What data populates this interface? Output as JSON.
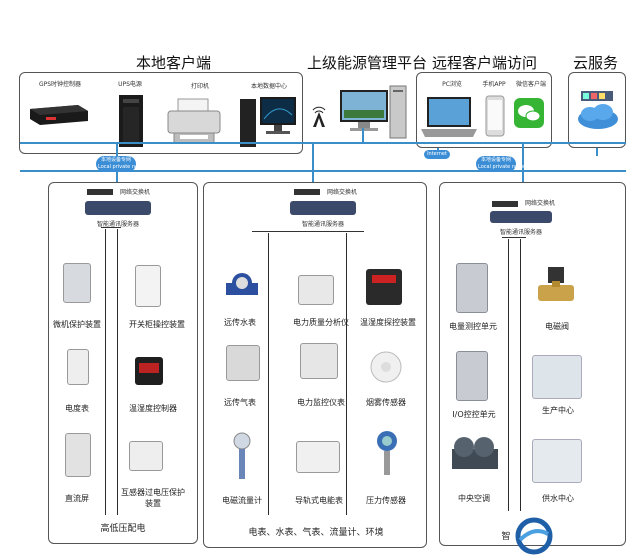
{
  "headers": {
    "local_client": "本地客户端",
    "upper_platform": "上级能源管理平台",
    "remote_client": "远程客户端访问",
    "cloud": "云服务"
  },
  "top_devices": {
    "gps": "GPS时钟控制器",
    "ups": "UPS电源",
    "printer": "打印机",
    "data_center": "本地数据中心",
    "pc_browser": "PC浏览",
    "mobile_app": "手机APP",
    "wechat": "微信客户端"
  },
  "network": {
    "bus_left_line1": "本地设备专网",
    "bus_left_line2": "Local private network",
    "internet": "Internet",
    "bus_right_line1": "本地设备专网",
    "bus_right_line2": "Local private network"
  },
  "panels": {
    "left": {
      "switch": "网络交换机",
      "server": "智能通讯服务器",
      "devices": [
        "微机保护装置",
        "开关柜操控装置",
        "电度表",
        "温湿度控制器",
        "直流屏",
        "互感器过电压保护装置"
      ],
      "footer": "高低压配电"
    },
    "middle": {
      "switch": "网络交换机",
      "server": "智能通讯服务器",
      "devices": [
        "远传水表",
        "电力质量分析仪",
        "温湿度探控装置",
        "远传气表",
        "电力监控仪表",
        "烟雾传感器",
        "电磁流量计",
        "导轨式电能表",
        "压力传感器"
      ],
      "footer": "电表、水表、气表、流量计、环境"
    },
    "right": {
      "switch": "网络交换机",
      "server": "智能通讯服务器",
      "devices": [
        "电量测控单元",
        "电磁阀",
        "I/O控控单元",
        "生产中心",
        "中央空调",
        "供水中心"
      ],
      "footer": "智"
    }
  },
  "colors": {
    "bus": "#3a8fc9",
    "pill": "#3b8ed6",
    "server": "#3b4a6b",
    "device_panel": "#c8ccd2"
  }
}
